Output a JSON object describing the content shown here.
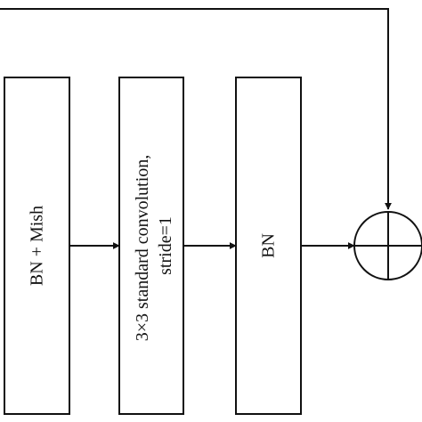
{
  "diagram": {
    "blocks": [
      {
        "label_lines": [
          "BN + Mish"
        ]
      },
      {
        "label_lines": [
          "3×3 standard convolution,",
          "stride=1"
        ]
      },
      {
        "label_lines": [
          "BN"
        ]
      }
    ],
    "junction": {
      "symbol": "add"
    },
    "colors": {
      "stroke": "#111111",
      "fill": "#ffffff"
    }
  }
}
